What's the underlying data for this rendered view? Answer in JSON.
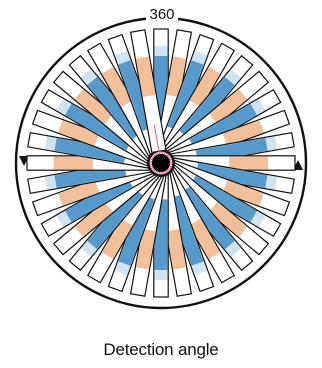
{
  "top_label": "360",
  "caption": "Detection angle",
  "spoke_count": 36,
  "colors": {
    "outline": "#111111",
    "blue": "#4f93c8",
    "blue_light": "#cfe3f3",
    "orange": "#f0b98f",
    "pink_line": "#e05a8a",
    "center": "#000000"
  }
}
